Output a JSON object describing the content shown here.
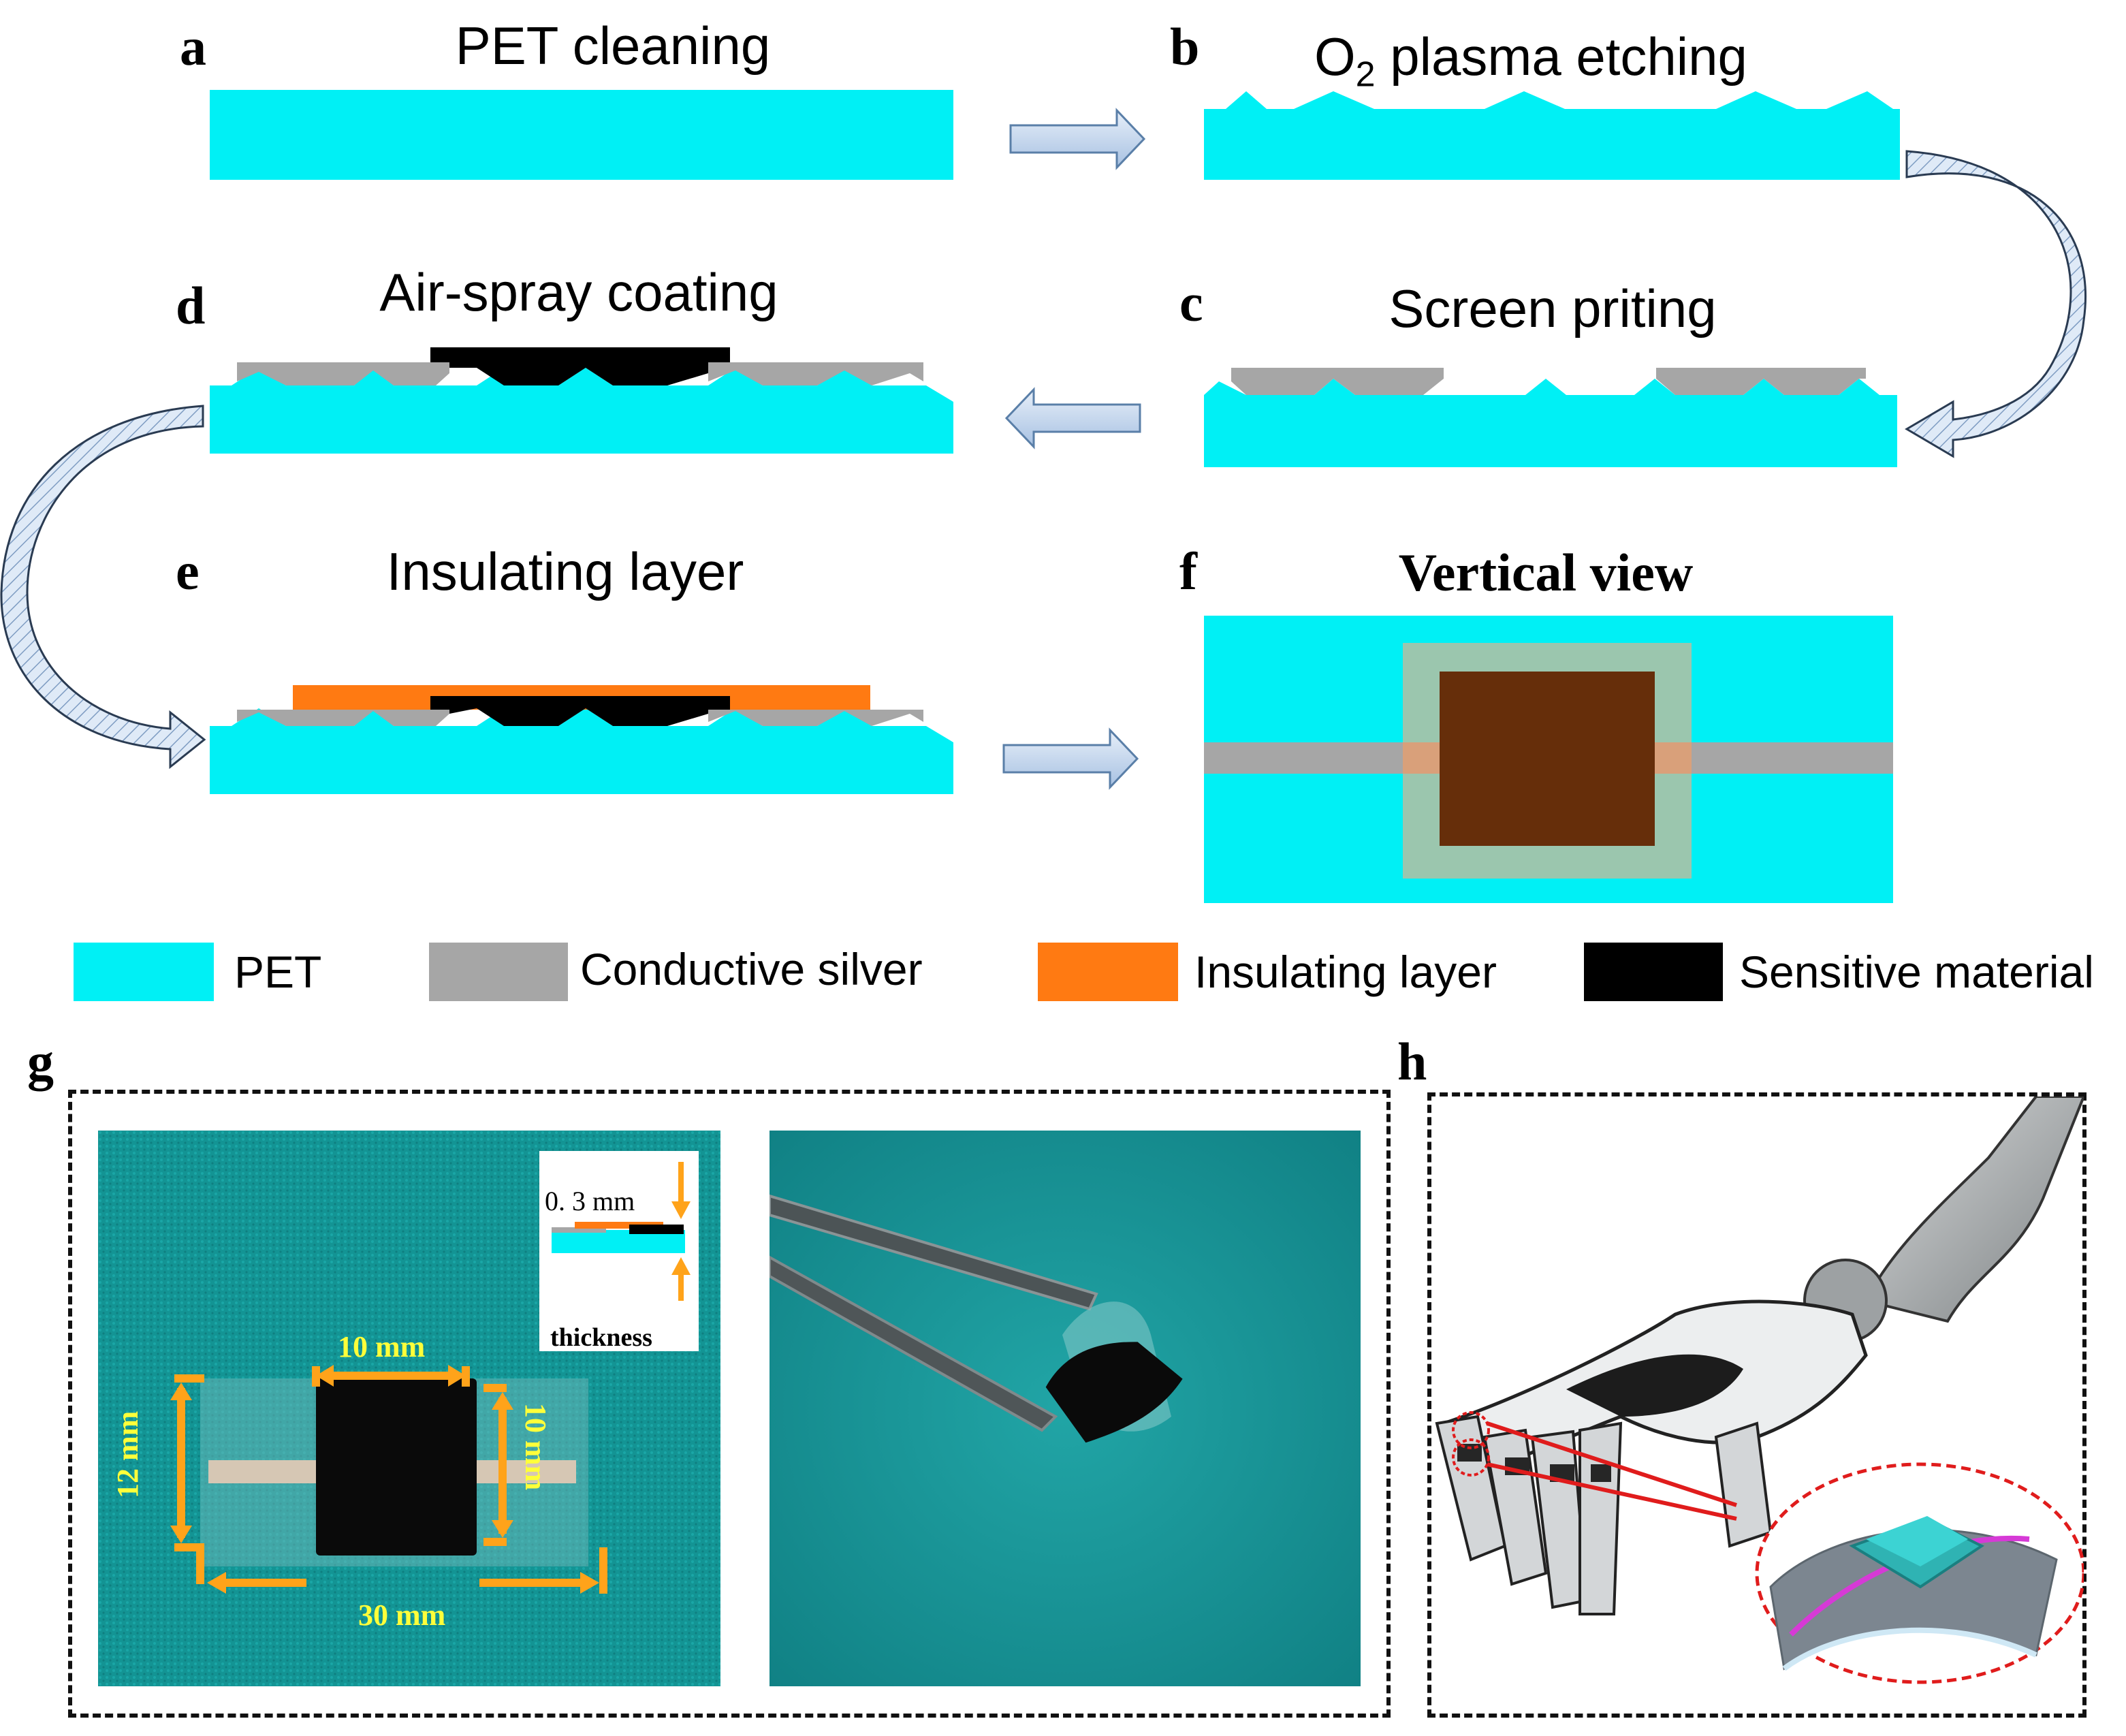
{
  "panels": {
    "a": {
      "label": "a",
      "title": "PET cleaning"
    },
    "b": {
      "label": "b",
      "title_main": "O",
      "title_sub": "2",
      "title_rest": " plasma etching"
    },
    "c": {
      "label": "c",
      "title": "Screen priting"
    },
    "d": {
      "label": "d",
      "title": "Air-spray coating"
    },
    "e": {
      "label": "e",
      "title": "Insulating layer"
    },
    "f": {
      "label": "f",
      "title": "Vertical view"
    },
    "g": {
      "label": "g"
    },
    "h": {
      "label": "h"
    }
  },
  "legend": [
    {
      "label": "PET",
      "color": "#00f0f5"
    },
    {
      "label": "Conductive silver",
      "color": "#a6a6a6"
    },
    {
      "label": "Insulating layer",
      "color": "#ff7a12"
    },
    {
      "label": "Sensitive material",
      "color": "#000000"
    }
  ],
  "colors": {
    "pet": "#00f0f5",
    "silver": "#a6a6a6",
    "insulating": "#ff7a12",
    "sensitive": "#000000",
    "top_view_core": "#662e0a",
    "top_view_frame": "#9bc6ae",
    "arrow_fill": "#c9dcf2",
    "arrow_stroke": "#5a7fa8",
    "photo_bg": "#139494",
    "dimension": "#ffa31a",
    "dimension_text": "#ffff3a"
  },
  "photo_g": {
    "dims": {
      "width_top": "10 mm",
      "height_left": "12 mm",
      "height_right": "10 mm",
      "width_bottom": "30 mm"
    },
    "inset": {
      "thickness_value": "0. 3  mm",
      "thickness_label": "thickness"
    }
  }
}
